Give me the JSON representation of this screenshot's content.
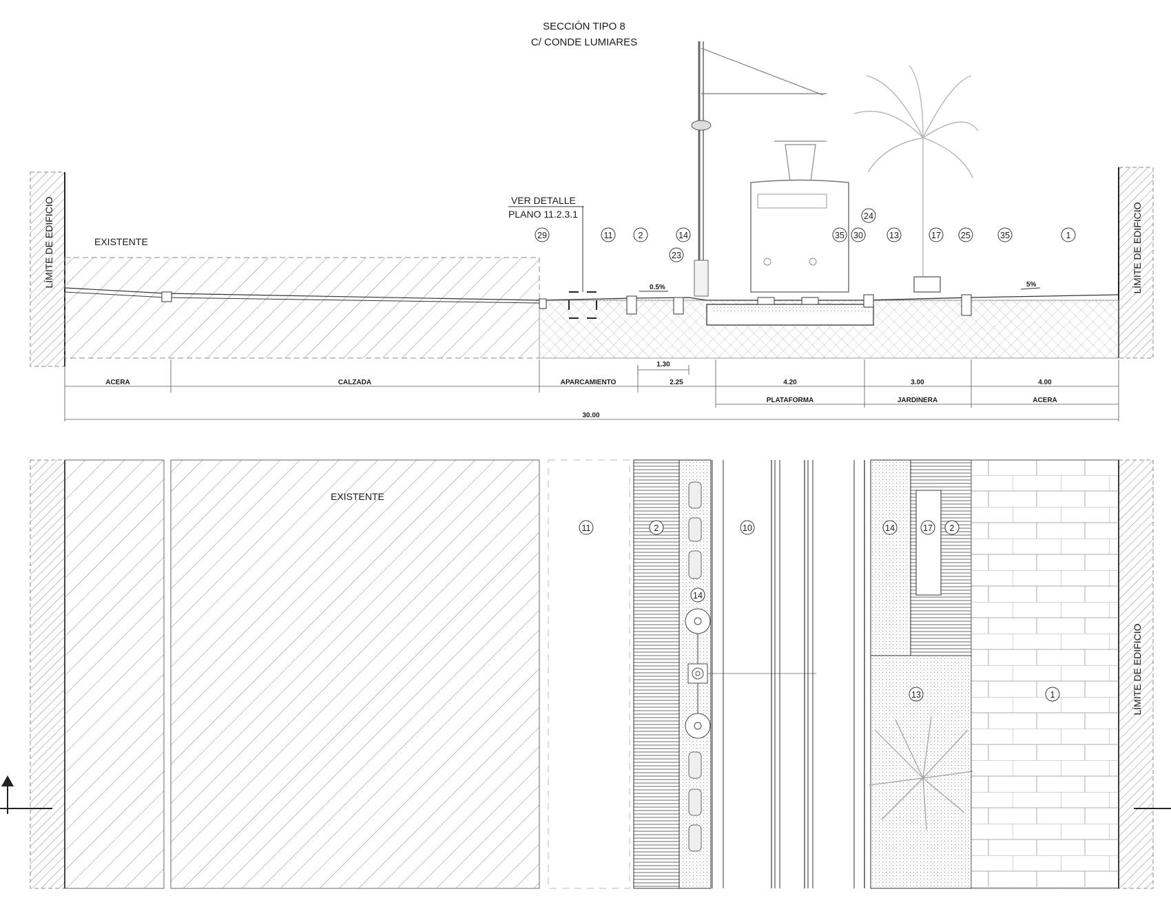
{
  "title": {
    "line1": "SECCIÓN TIPO 8",
    "line2": "C/ CONDE LUMIARES"
  },
  "building_limit": "LÍMITE DE EDIFICIO",
  "existing": "EXISTENTE",
  "detail_ref": {
    "line1": "VER DETALLE",
    "line2": "PLANO 11.2.3.1"
  },
  "section_callouts": [
    "29",
    "11",
    "2",
    "14",
    "23",
    "35",
    "30",
    "24",
    "13",
    "17",
    "25",
    "35",
    "1"
  ],
  "slopes": {
    "left": "0.5%",
    "right": "5%"
  },
  "dimensions": {
    "top": [
      "1.30"
    ],
    "row1_labels": [
      "ACERA",
      "CALZADA",
      "APARCAMIENTO"
    ],
    "row1_values": [
      "2.25",
      "4.20",
      "3.00",
      "4.00"
    ],
    "row2_labels": [
      "PLATAFORMA",
      "JARDINERA",
      "ACERA"
    ],
    "total": "30.00"
  },
  "plan_callouts": [
    "11",
    "2",
    "10",
    "14",
    "17",
    "2",
    "14",
    "13",
    "1"
  ]
}
